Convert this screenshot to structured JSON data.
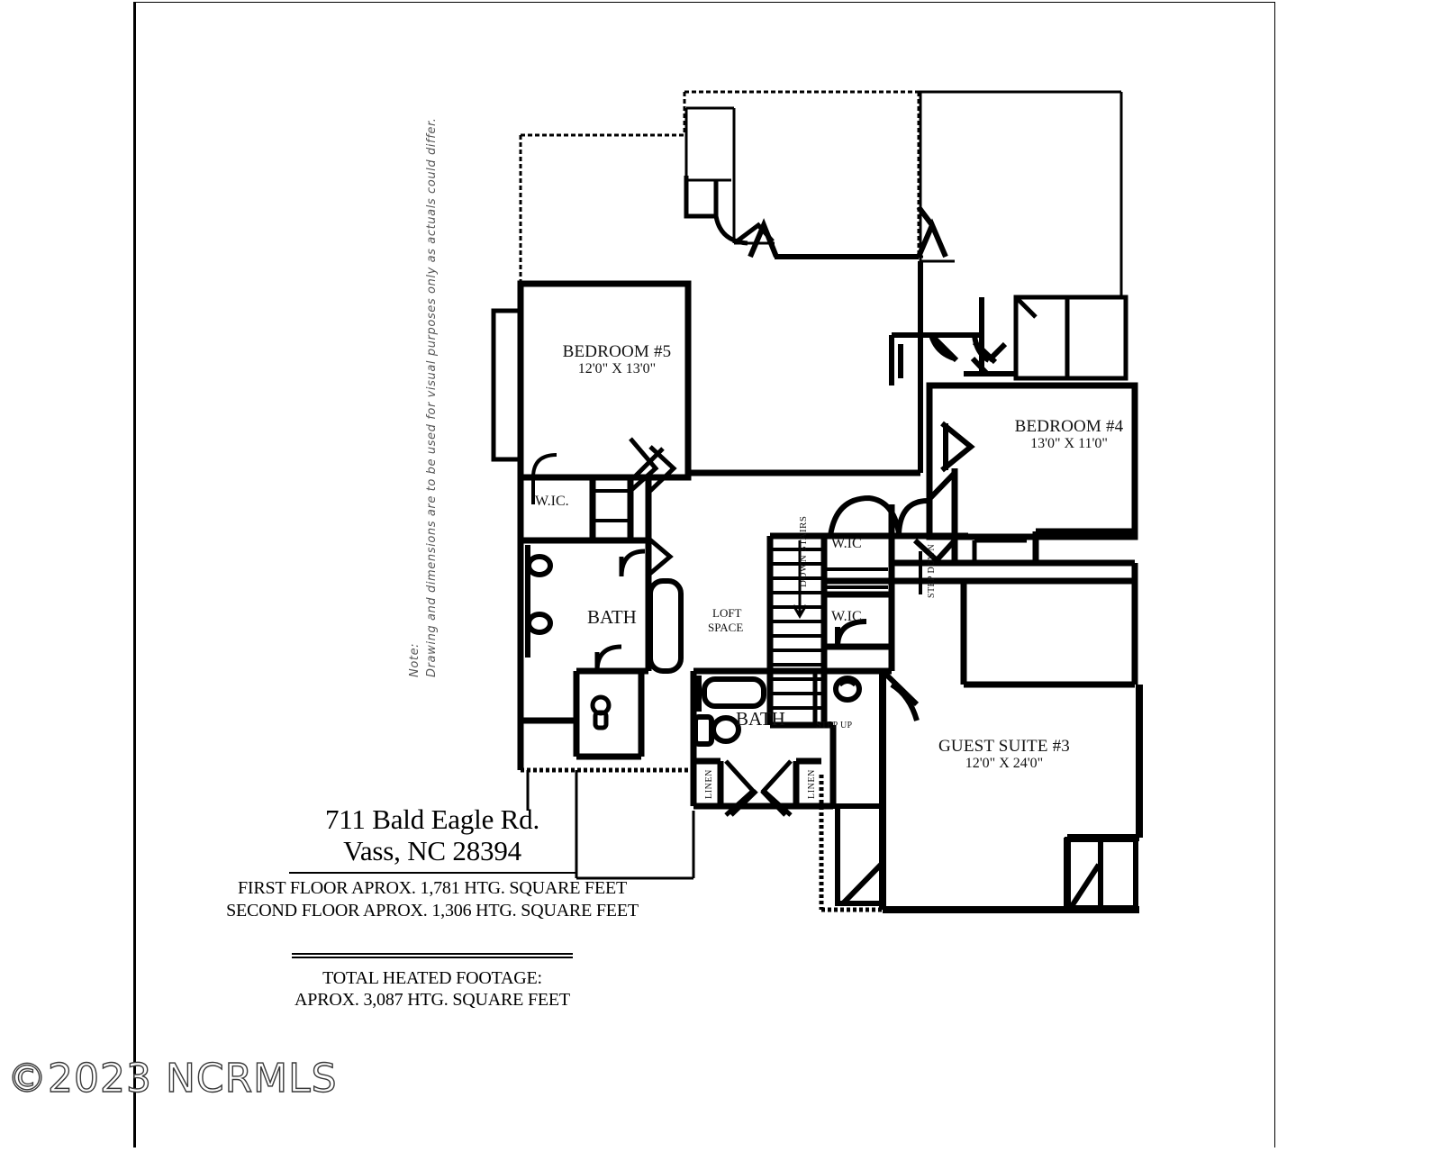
{
  "document": {
    "type": "second-floor-plan",
    "watermark": "©2023 NCRMLS",
    "note": {
      "line1": "Note:",
      "line2": "Drawing and dimensions are to be used for visual purposes only as actuals could differ."
    }
  },
  "title_block": {
    "address_line1": "711 Bald Eagle Rd.",
    "address_line2": "Vass, NC 28394",
    "first_floor": "FIRST FLOOR APROX. 1,781  HTG. SQUARE FEET",
    "second_floor": "SECOND FLOOR APROX. 1,306  HTG. SQUARE FEET",
    "total_label": "TOTAL HEATED FOOTAGE:",
    "total_value": "APROX. 3,087 HTG. SQUARE FEET"
  },
  "rooms": [
    {
      "id": "bedroom-5",
      "name": "BEDROOM #5",
      "dimensions": "12'0\" X 13'0\""
    },
    {
      "id": "bedroom-4",
      "name": "BEDROOM #4",
      "dimensions": "13'0\" X 11'0\""
    },
    {
      "id": "guest-suite-3",
      "name": "GUEST SUITE #3",
      "dimensions": "12'0\" X 24'0\""
    }
  ],
  "space_labels": [
    {
      "id": "wic-bedroom5",
      "text": "W.IC."
    },
    {
      "id": "bath-left",
      "text": "BATH"
    },
    {
      "id": "loft-space-1",
      "text": "LOFT"
    },
    {
      "id": "loft-space-2",
      "text": "SPACE"
    },
    {
      "id": "wic-upper",
      "text": "W.IC"
    },
    {
      "id": "wic-lower",
      "text": "W.IC"
    },
    {
      "id": "bath-center",
      "text": "BATH"
    },
    {
      "id": "down-stairs",
      "text": "DOWN STAIRS"
    },
    {
      "id": "step-down",
      "text": "STEP DOWN"
    },
    {
      "id": "step-up",
      "text": "STEP UP"
    },
    {
      "id": "linen-left",
      "text": "LINEN"
    },
    {
      "id": "linen-right",
      "text": "LINEN"
    }
  ],
  "colors": {
    "wall": "#000000",
    "paper": "#ffffff",
    "text": "#111111",
    "note_text": "#555555"
  }
}
